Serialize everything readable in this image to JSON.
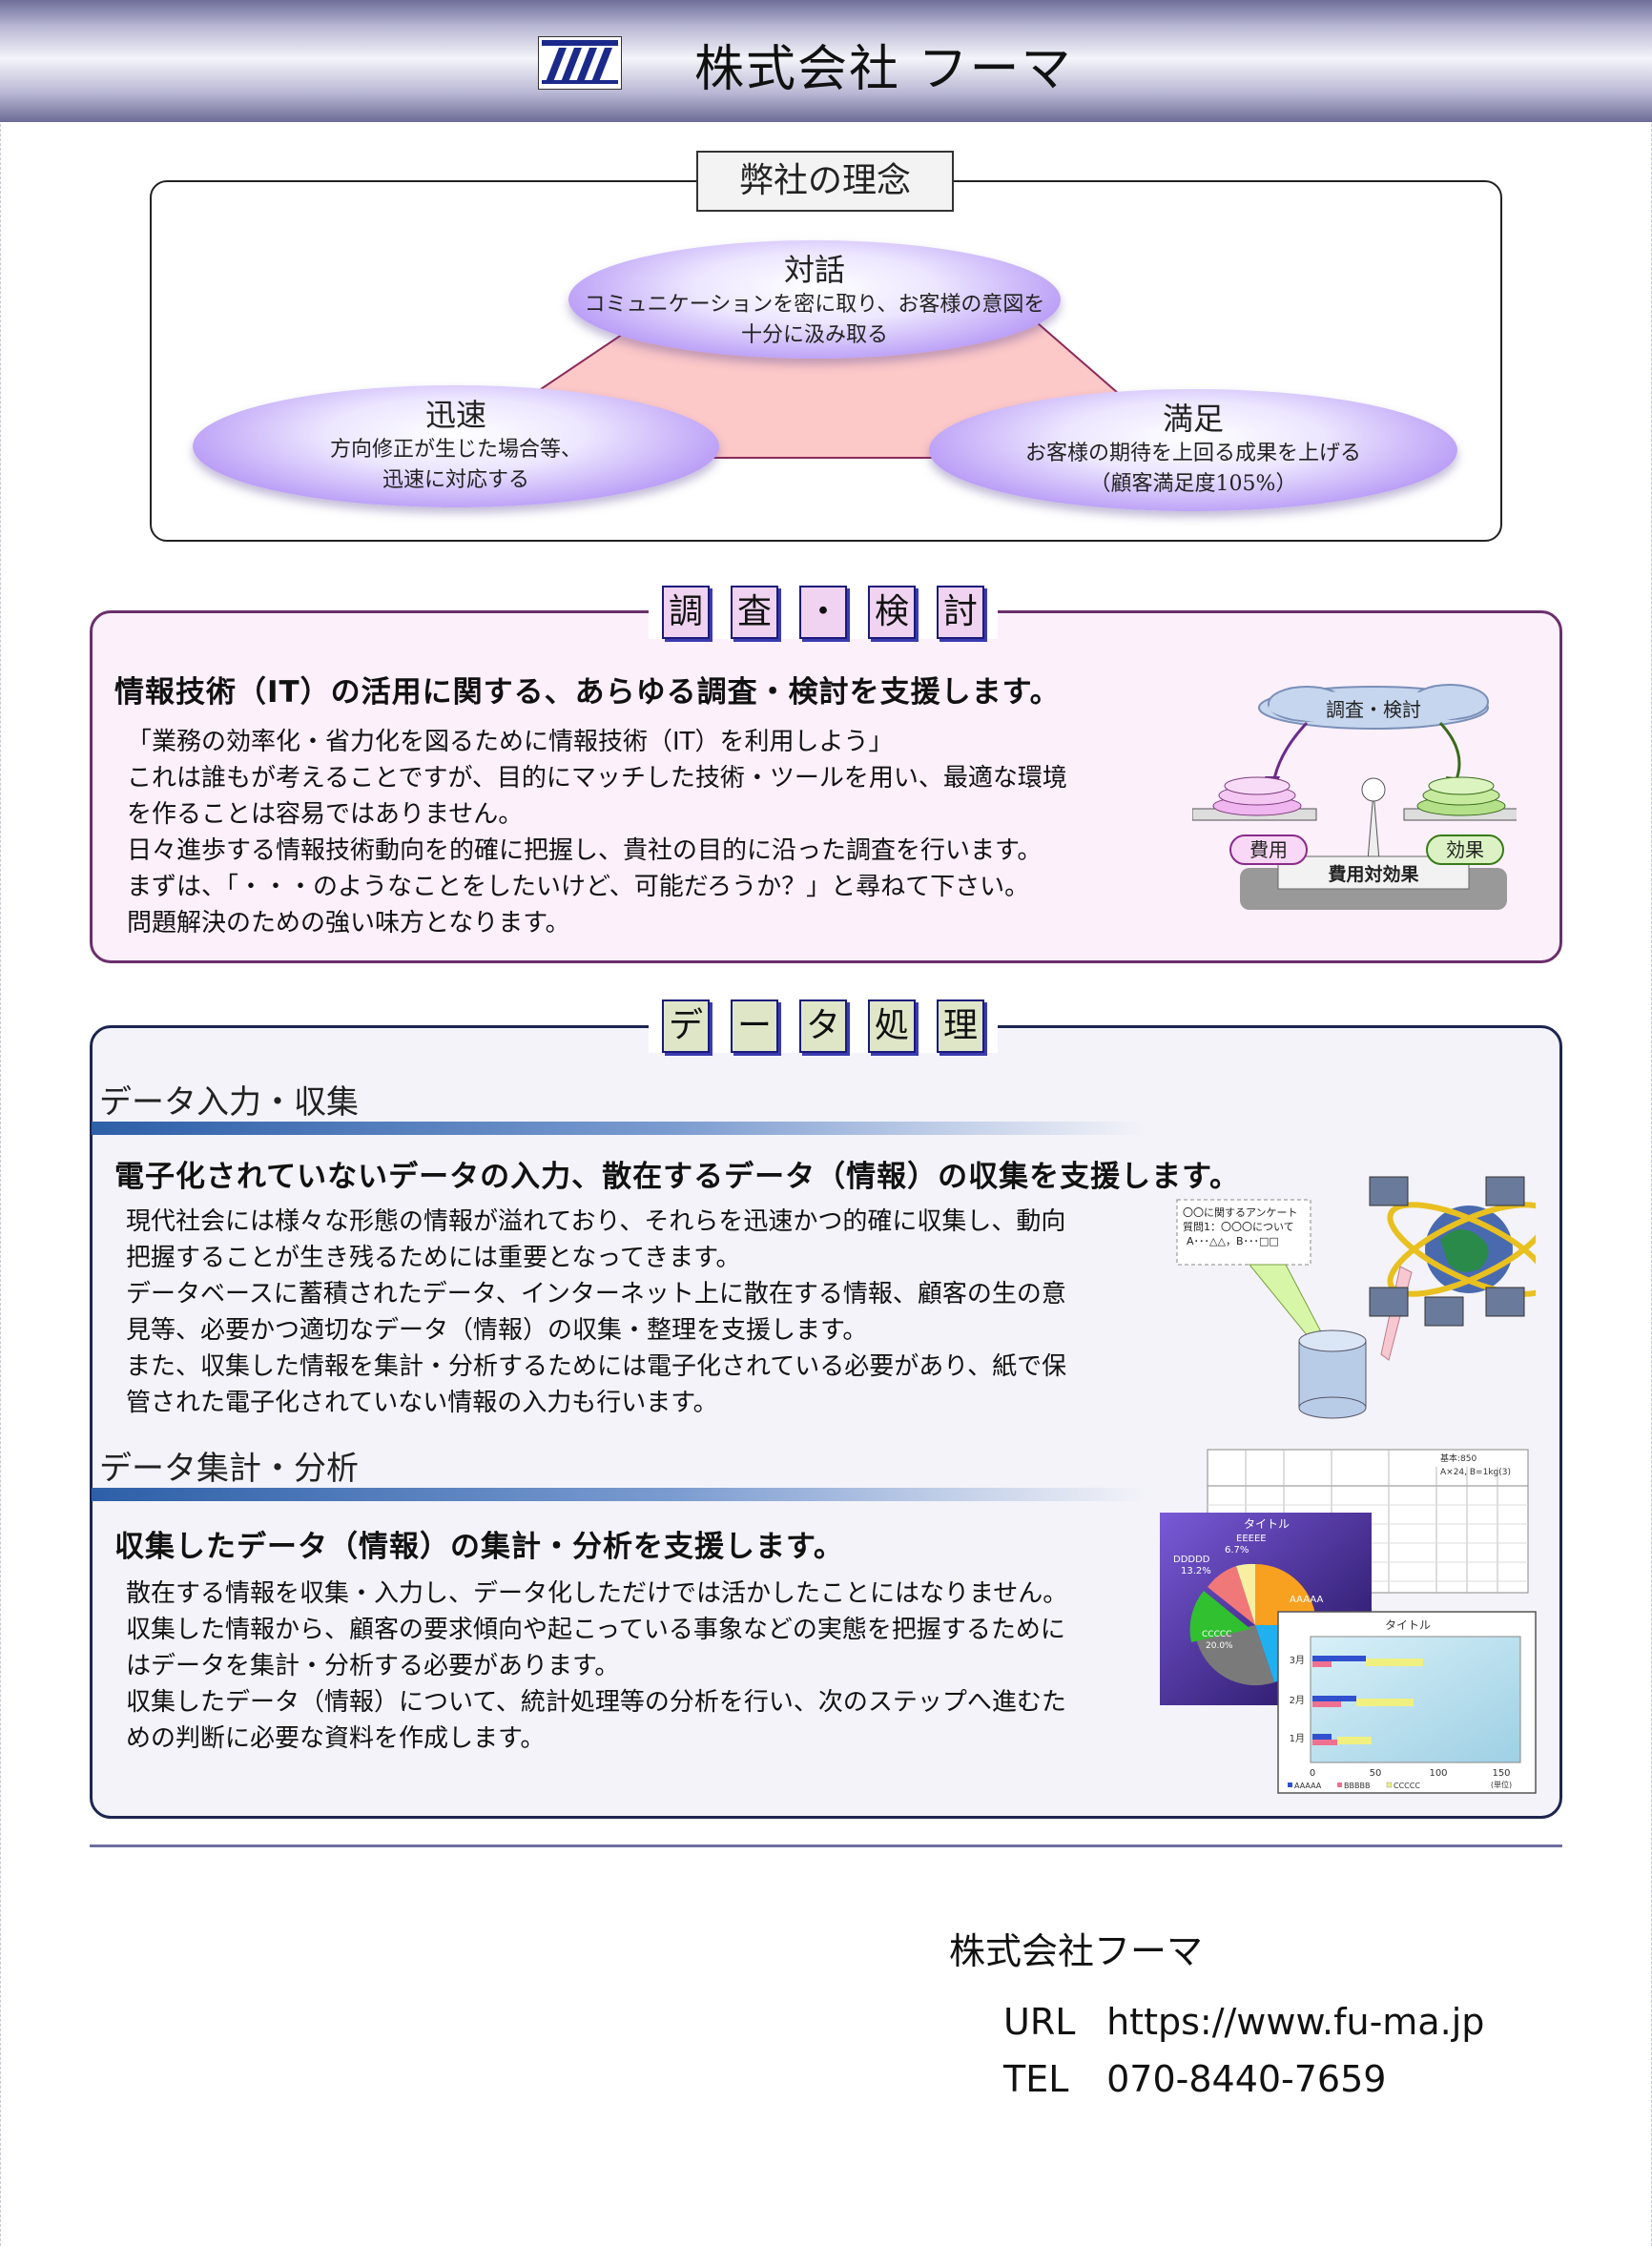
{
  "header": {
    "company": "株式会社 フーマ"
  },
  "philosophy": {
    "title": "弊社の理念",
    "items": [
      {
        "title": "対話",
        "lines": [
          "コミュニケーションを密に取り、お客様の意図を",
          "十分に汲み取る"
        ]
      },
      {
        "title": "迅速",
        "lines": [
          "方向修正が生じた場合等、",
          "迅速に対応する"
        ]
      },
      {
        "title": "満足",
        "lines": [
          "お客様の期待を上回る成果を上げる",
          "（顧客満足度105%）"
        ]
      }
    ]
  },
  "research": {
    "tags": [
      "調",
      "査",
      "・",
      "検",
      "討"
    ],
    "lead": "情報技術（IT）の活用に関する、あらゆる調査・検討を支援します。",
    "lines": [
      "「業務の効率化・省力化を図るために情報技術（IT）を利用しよう」",
      "これは誰もが考えることですが、目的にマッチした技術・ツールを用い、最適な環境",
      "を作ることは容易ではありません。",
      "日々進歩する情報技術動向を的確に把握し、貴社の目的に沿った調査を行います。",
      "まずは、「・・・のようなことをしたいけど、可能だろうか？」と尋ねて下さい。",
      "問題解決のための強い味方となります。"
    ],
    "diagram": {
      "cloud": "調査・検討",
      "left": "費用",
      "right": "効果",
      "base": "費用対効果"
    }
  },
  "data_processing": {
    "tags": [
      "デ",
      "ー",
      "タ",
      "処",
      "理"
    ],
    "input": {
      "heading": "データ入力・収集",
      "lead": "電子化されていないデータの入力、散在するデータ（情報）の収集を支援します。",
      "lines": [
        "現代社会には様々な形態の情報が溢れており、それらを迅速かつ的確に収集し、動向",
        "把握することが生き残るためには重要となってきます。",
        "データベースに蓄積されたデータ、インターネット上に散在する情報、顧客の生の意",
        "見等、必要かつ適切なデータ（情報）の収集・整理を支援します。",
        "また、収集した情報を集計・分析するためには電子化されている必要があり、紙で保",
        "管された電子化されていない情報の入力も行います。"
      ],
      "note_lines": [
        "〇〇に関するアンケート",
        "質問1：〇〇〇について",
        "A･･･△△，B･･･□□"
      ]
    },
    "analysis": {
      "heading": "データ集計・分析",
      "lead": "収集したデータ（情報）の集計・分析を支援します。",
      "lines": [
        "散在する情報を収集・入力し、データ化しただけでは活かしたことにはなりません。",
        "収集した情報から、顧客の要求傾向や起こっている事象などの実態を把握するために",
        "はデータを集計・分析する必要があります。",
        "収集したデータ（情報）について、統計処理等の分析を行い、次のステップへ進むた",
        "めの判断に必要な資料を作成します。"
      ],
      "pie": {
        "title": "タイトル",
        "labels": [
          {
            "name": "EEEEE",
            "pct": "6.7%"
          },
          {
            "name": "DDDDD",
            "pct": "13.2%"
          },
          {
            "name": "AAAAA",
            "pct": ""
          },
          {
            "name": "CCCCC",
            "pct": "20.0%"
          }
        ]
      },
      "bar": {
        "title": "タイトル",
        "categories": [
          "3月",
          "2月",
          "1月"
        ],
        "ticks": [
          "0",
          "50",
          "100",
          "150"
        ],
        "unit": "(単位)",
        "legend": [
          "AAAAA",
          "BBBBB",
          "CCCCC"
        ]
      },
      "sheet": {
        "note1": "基本:850",
        "note2": "A×24, B=1kg(3)"
      }
    }
  },
  "footer": {
    "company": "株式会社フーマ",
    "url_label": "URL",
    "url": "https://www.fu-ma.jp",
    "tel_label": "TEL",
    "tel": "070-8440-7659"
  }
}
